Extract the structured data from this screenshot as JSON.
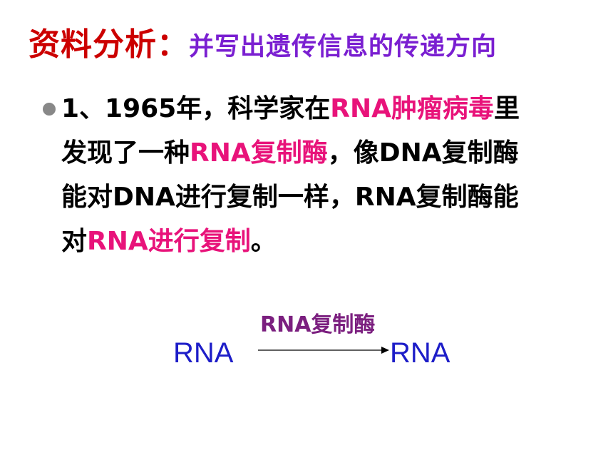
{
  "title": {
    "main": "资料分析：",
    "sub": "并写出遗传信息的传递方向"
  },
  "paragraph": {
    "s1": "1、1965年，科学家在",
    "s2": "RNA肿瘤病毒",
    "s3": "里发现了一种",
    "s4": "RNA复制酶",
    "s5": "，像DNA复制酶能对DNA进行复制一样，RNA复制酶能对",
    "s6": "RNA进行复制",
    "s7": "。"
  },
  "diagram": {
    "enzyme_label": "RNA复制酶",
    "source": "RNA",
    "target": "RNA"
  },
  "colors": {
    "title_main": "#cc0000",
    "title_sub": "#7a1fd1",
    "highlight": "#e8137a",
    "enzyme": "#7b1f7f",
    "rna": "#1d1dc8"
  }
}
